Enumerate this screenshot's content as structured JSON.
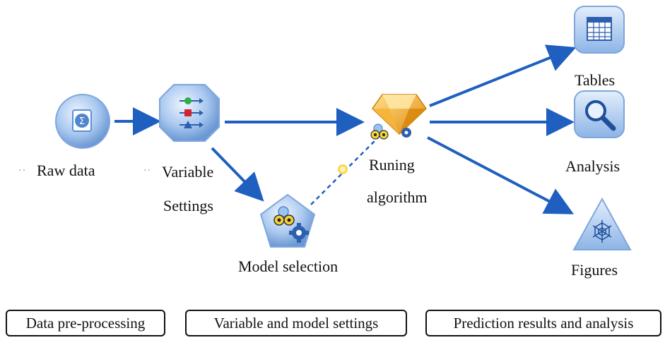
{
  "nodes": {
    "raw_data": {
      "label": "Raw data",
      "icon": "database-sigma-icon"
    },
    "variable": {
      "label_line1": "Variable",
      "label_line2": "Settings",
      "icon": "filter-arrows-icon"
    },
    "model": {
      "label": "Model selection",
      "icon": "model-gear-icon"
    },
    "algorithm": {
      "label_line1": "Runing",
      "label_line2": "algorithm",
      "icon": "gem-algorithm-icon"
    },
    "tables": {
      "label": "Tables",
      "icon": "table-grid-icon"
    },
    "analysis": {
      "label": "Analysis",
      "icon": "magnifier-icon"
    },
    "figures": {
      "label": "Figures",
      "icon": "web-chart-icon"
    }
  },
  "stages": [
    {
      "label": "Data pre-processing"
    },
    {
      "label": "Variable and model settings"
    },
    {
      "label": "Prediction results and analysis"
    }
  ],
  "colors": {
    "arrow": "#1f5fbf",
    "icon_blue": "#5b8fd6",
    "icon_light": "#c9dcf5",
    "gem_gold": "#f0a420",
    "text": "#111111"
  }
}
